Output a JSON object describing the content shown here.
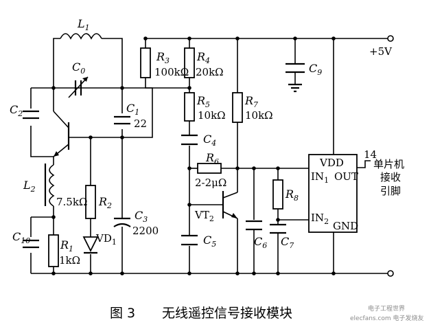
{
  "labels": {
    "L1": "L",
    "L1_sub": "1",
    "C0": "C",
    "C0_sub": "0",
    "C2": "C",
    "C2_sub": "2",
    "C1": "C",
    "C1_sub": "1",
    "C1_val": "22",
    "R3": "R",
    "R3_sub": "3",
    "R3_val": "100kΩ",
    "R4": "R",
    "R4_sub": "4",
    "R4_val": "20kΩ",
    "R5": "R",
    "R5_sub": "5",
    "R5_val": "10kΩ",
    "R7": "R",
    "R7_sub": "7",
    "R7_val": "10kΩ",
    "C9": "C",
    "C9_sub": "9",
    "supply": "+5V",
    "C4": "C",
    "C4_sub": "4",
    "R6": "R",
    "R6_sub": "6",
    "R6_val": "2-2μΩ",
    "L2": "L",
    "L2_sub": "2",
    "L2_val": "7.5kΩ",
    "R2": "R",
    "R2_sub": "2",
    "C3": "C",
    "C3_sub": "3",
    "C3_val": "2200",
    "VT2": "VT",
    "VT2_sub": "2",
    "VD1": "VD",
    "VD1_sub": "1",
    "C10": "C",
    "C10_sub": "10",
    "R1": "R",
    "R1_sub": "1",
    "R1_val": "1kΩ",
    "C5": "C",
    "C5_sub": "5",
    "C6": "C",
    "C6_sub": "6",
    "C7": "C",
    "C7_sub": "7",
    "R8": "R",
    "R8_sub": "8",
    "pin_num": "14",
    "ic_vdd": "VDD",
    "ic_in1": "IN",
    "ic_in1_sub": "1",
    "ic_out": "OUT",
    "ic_in2": "IN",
    "ic_in2_sub": "2",
    "ic_gnd": "GND",
    "mcu_line1": "单片机",
    "mcu_line2": "接收",
    "mcu_line3": "引脚"
  },
  "caption": {
    "figure": "图 3",
    "title": "无线遥控信号接收模块"
  },
  "watermark": {
    "line1": "电子工程世界",
    "line2": "elecfans.com 电子发烧友"
  }
}
